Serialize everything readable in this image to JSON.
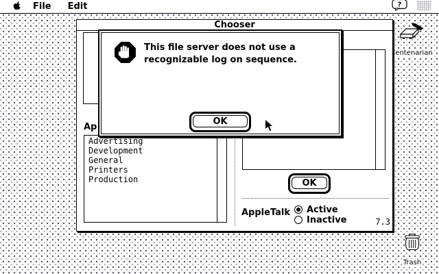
{
  "menu_bar": {
    "menus": [
      "File",
      "Edit"
    ],
    "help_label": "?"
  },
  "desktop": {
    "icons": [
      {
        "label": "Centenarian"
      },
      {
        "label": "Trash"
      }
    ]
  },
  "chooser_window": {
    "title": "Chooser",
    "zones_label_visible": "Ap",
    "zones": [
      "Advertising",
      "Development",
      "General",
      "Printers",
      "Production"
    ],
    "ok_label": "OK",
    "appletalk_label": "AppleTalk",
    "radio_active_label": "Active",
    "radio_inactive_label": "Inactive",
    "radio_selected": "Active",
    "version": "7.3"
  },
  "alert_dialog": {
    "message_line1": "This file server does not use a",
    "message_line2": "recognizable log on sequence.",
    "ok_label": "OK"
  },
  "icons": {
    "menu_left": "apple-logo",
    "menu_right": [
      "help-balloon-icon",
      "application-menu-icon"
    ],
    "alert": "stop-hand-icon",
    "pointer": "arrow-cursor",
    "desktop": [
      "disk-device-icon",
      "trash-can-icon"
    ]
  },
  "colors": {
    "foreground": "#000000",
    "window_background": "#ffffff",
    "desktop_dot_dark": "#50506a",
    "desktop_dot_light": "#a9a9bc"
  }
}
